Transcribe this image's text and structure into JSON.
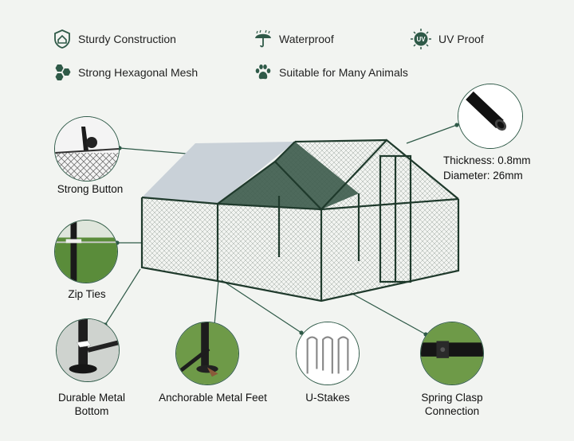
{
  "features": [
    {
      "label": "Sturdy Construction",
      "icon": "shield-house-icon"
    },
    {
      "label": "Waterproof",
      "icon": "umbrella-icon"
    },
    {
      "label": "UV Proof",
      "icon": "uv-sun-icon",
      "icon_text": "UV"
    },
    {
      "label": "Strong Hexagonal Mesh",
      "icon": "hexagon-mesh-icon"
    },
    {
      "label": "Suitable for Many Animals",
      "icon": "paw-icon"
    }
  ],
  "callouts": {
    "strong_button": "Strong Button",
    "zip_ties": "Zip Ties",
    "durable_bottom_line1": "Durable Metal",
    "durable_bottom_line2": "Bottom",
    "anchorable_feet": "Anchorable Metal Feet",
    "u_stakes": "U-Stakes",
    "spring_clasp_line1": "Spring Clasp",
    "spring_clasp_line2": "Connection"
  },
  "specs": {
    "thickness": "Thickness: 0.8mm",
    "diameter": "Diameter: 26mm"
  },
  "colors": {
    "accent": "#2f5a48",
    "frame": "#1f3a2c",
    "background": "#f2f4f1"
  }
}
